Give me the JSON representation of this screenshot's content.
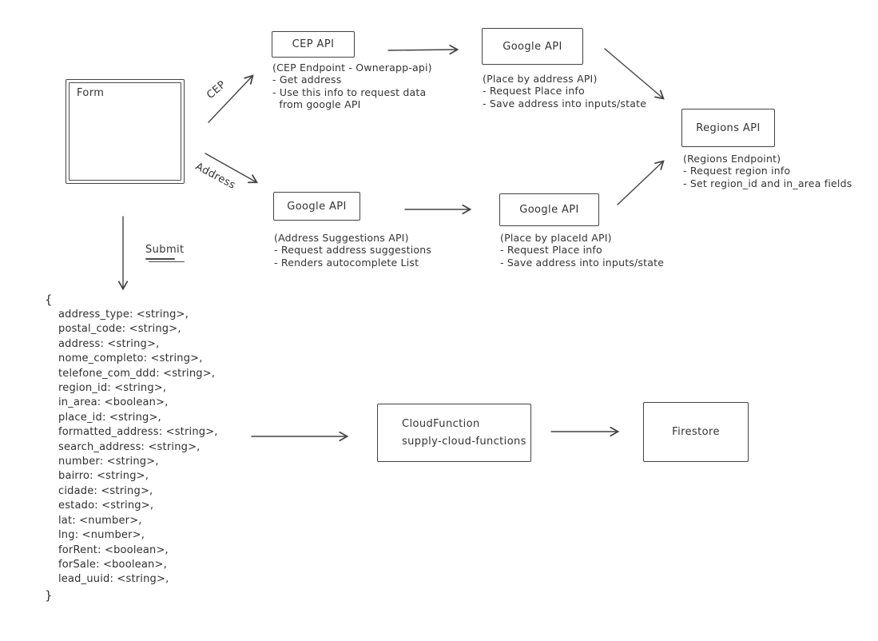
{
  "canvas": {
    "background": "#ffffff",
    "stroke": "#434343",
    "text_color": "#333333"
  },
  "form": {
    "label": "Form"
  },
  "edges": {
    "cep": {
      "label": "CEP"
    },
    "address": {
      "label": "Address"
    },
    "submit": {
      "label": "Submit"
    }
  },
  "nodes": {
    "cep_api": {
      "title": "CEP API",
      "lines": [
        "(CEP Endpoint - Ownerapp-api)",
        "- Get address",
        "- Use this info to request data",
        "  from google API"
      ]
    },
    "google_place_by_address": {
      "title": "Google API",
      "lines": [
        "(Place by address API)",
        "- Request Place info",
        "- Save address into inputs/state"
      ]
    },
    "regions_api": {
      "title": "Regions API",
      "lines": [
        "(Regions Endpoint)",
        "- Request region info",
        "- Set region_id and in_area fields"
      ]
    },
    "google_address_suggestions": {
      "title": "Google API",
      "lines": [
        "(Address Suggestions API)",
        "- Request address suggestions",
        "- Renders autocomplete List"
      ]
    },
    "google_place_by_placeid": {
      "title": "Google API",
      "lines": [
        "(Place by placeId API)",
        "- Request Place info",
        "- Save address into inputs/state"
      ]
    },
    "cloud_function": {
      "title": "CloudFunction",
      "subtitle": "supply-cloud-functions"
    },
    "firestore": {
      "title": "Firestore"
    }
  },
  "payload": {
    "open": "{",
    "lines": [
      "address_type: <string>,",
      "postal_code: <string>,",
      "address: <string>,",
      "nome_completo: <string>,",
      "telefone_com_ddd: <string>,",
      "region_id: <string>,",
      "in_area: <boolean>,",
      "place_id: <string>,",
      "formatted_address: <string>,",
      "search_address: <string>,",
      "number: <string>,",
      "bairro: <string>,",
      "cidade: <string>,",
      "estado: <string>,",
      "lat: <number>,",
      "lng: <number>,",
      "forRent: <boolean>,",
      "forSale: <boolean>,",
      "lead_uuid: <string>,"
    ],
    "close": "}"
  }
}
